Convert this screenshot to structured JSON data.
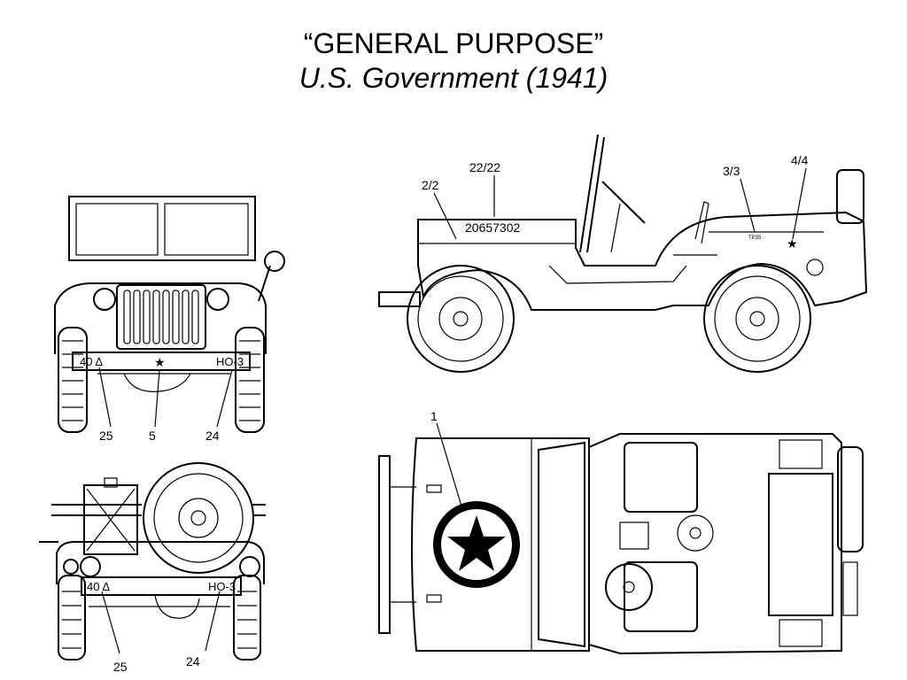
{
  "title": {
    "line1": "“GENERAL PURPOSE”",
    "line2": "U.S. Government (1941)"
  },
  "front_view": {
    "plate_left": "40 Δ",
    "plate_right": "HO-3",
    "callouts": [
      "25",
      "5",
      "24"
    ]
  },
  "rear_view": {
    "plate_left": "40 Δ",
    "plate_right": "HO-3",
    "callouts": [
      "25",
      "24"
    ]
  },
  "side_view": {
    "serial": "20657302",
    "hood_mark": "TP35",
    "callouts": [
      "2/2",
      "22/22",
      "3/3",
      "4/4"
    ]
  },
  "top_view": {
    "callouts": [
      "1"
    ]
  }
}
